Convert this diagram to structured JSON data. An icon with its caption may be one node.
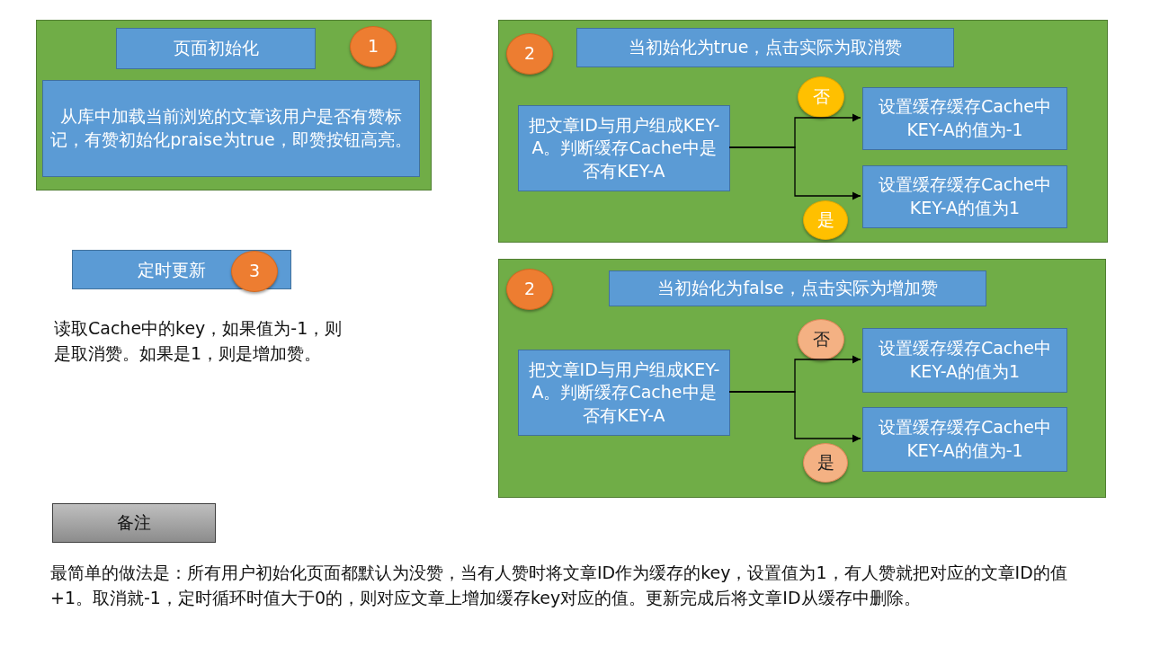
{
  "diagram": {
    "nodes": [
      {
        "text": [],
        "shape": "box"
      },
      {
        "text": [
          "页面初始化"
        ],
        "in": 0
      },
      {
        "text": [
          "1"
        ],
        "in": 0
      },
      {
        "text": [
          "从库中加载当前浏览的文章该用户是否有赞标记，有赞初始化praise为true，即赞按钮高亮。"
        ],
        "in": 0
      },
      {
        "text": [],
        "shape": "box"
      },
      {
        "text": [
          "2"
        ],
        "in": 4
      },
      {
        "text": [
          "当初始化为true，点击实际为取消赞"
        ],
        "in": 4
      },
      {
        "text": [
          "把文章ID与用户组成KEY-A。判断缓存Cache中是否有KEY-A"
        ],
        "in": 4
      },
      {
        "text": [
          "否"
        ],
        "in": 4
      },
      {
        "text": [
          "设置缓存缓存Cache中KEY-A的值为-1"
        ],
        "in": 4
      },
      {
        "text": [
          "是"
        ],
        "in": 4
      },
      {
        "text": [
          "设置缓存缓存Cache中KEY-A的值为1"
        ],
        "in": 4
      },
      {
        "text": [
          "定时更新"
        ]
      },
      {
        "text": [
          "3"
        ],
        "in": 12
      },
      {
        "text": [],
        "shape": "box"
      },
      {
        "text": [
          "2"
        ],
        "in": 14
      },
      {
        "text": [
          "当初始化为false，点击实际为增加赞"
        ],
        "in": 14
      },
      {
        "text": [
          "把文章ID与用户组成KEY-A。判断缓存Cache中是否有KEY-A"
        ],
        "in": 14
      },
      {
        "text": [
          "否"
        ],
        "in": 14
      },
      {
        "text": [
          "设置缓存缓存Cache中KEY-A的值为1"
        ],
        "in": 14
      },
      {
        "text": [
          "是"
        ],
        "in": 14
      },
      {
        "text": [
          "设置缓存缓存Cache中KEY-A的值为-1"
        ],
        "in": 14
      },
      {
        "text": [
          "备注"
        ]
      }
    ],
    "edges": [
      {
        "from": 7,
        "to": 9,
        "arrow": "to"
      },
      {
        "from": 7,
        "to": 11,
        "arrow": "to"
      },
      {
        "from": 17,
        "to": 19,
        "arrow": "to"
      },
      {
        "from": 17,
        "to": 21,
        "arrow": "to"
      }
    ],
    "labels": [
      "读取Cache中的key，如果值为-1，则是取消赞。如果是1，则是增加赞。",
      "最简单的做法是：所有用户初始化页面都默认为没赞，当有人赞时将文章ID作为缓存的key，设置值为1，有人赞就把对应的文章ID的值+1。取消就-1，定时循环时值大于0的，则对应文章上增加缓存key对应的值。更新完成后将文章ID从缓存中删除。"
    ]
  }
}
